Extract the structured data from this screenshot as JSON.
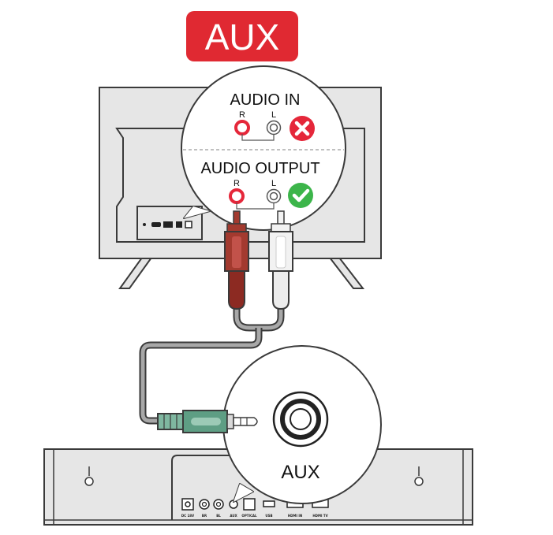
{
  "badge": {
    "text": "AUX",
    "color": "#e02932"
  },
  "tv_callout": {
    "audio_in": {
      "title": "AUDIO IN",
      "right_label": "R",
      "left_label": "L",
      "status_icon": "x-circle-icon",
      "status_color": "#e5273a"
    },
    "audio_output": {
      "title": "AUDIO OUTPUT",
      "right_label": "R",
      "left_label": "L",
      "status_icon": "check-circle-icon",
      "status_color": "#3cb54a"
    }
  },
  "soundbar_callout": {
    "port_label": "AUX"
  },
  "soundbar_ports": [
    "DC 18V",
    "BR",
    "BL",
    "AUX",
    "OPTICAL",
    "USB",
    "HDMI IN",
    "HDMI TV"
  ],
  "colors": {
    "red_plug": "#8c2a22",
    "white_plug": "#f2f2f2",
    "aux_plug": "#5e9e84",
    "cable": "#a8a8a8",
    "device_fill": "#e6e6e6",
    "outline": "#3a3a3a"
  }
}
